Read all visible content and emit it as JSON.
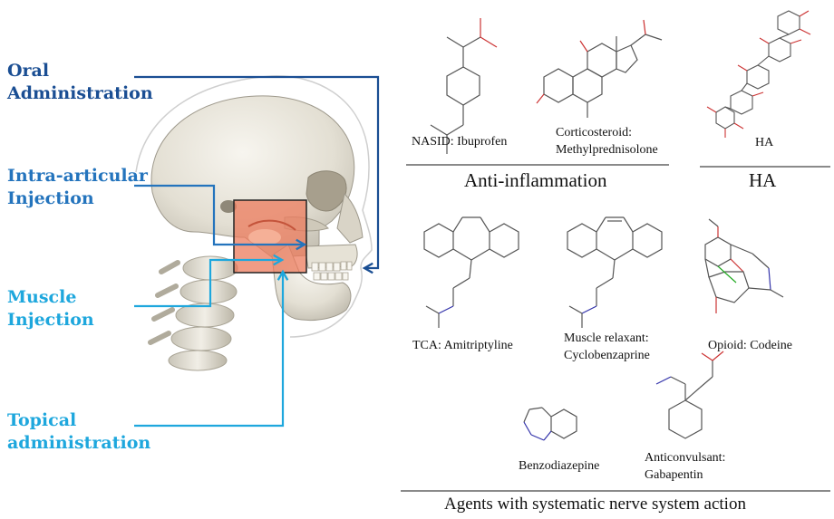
{
  "colors": {
    "oral": "#1a4e93",
    "intra_articular": "#2474bd",
    "muscle": "#1ea7dd",
    "topical": "#1ea7dd",
    "joint_highlight": "#ec7b5c",
    "divider": "#8a8a8a"
  },
  "routes": {
    "oral": [
      "Oral",
      "Administration"
    ],
    "intra_articular": [
      "Intra-articular",
      "Injection"
    ],
    "muscle": [
      "Muscle",
      "Injection"
    ],
    "topical": [
      "Topical",
      "administration"
    ]
  },
  "drugs": {
    "nsaid": [
      "NASID: Ibuprofen"
    ],
    "corticosteroid": [
      "Corticosteroid:",
      "Methylprednisolone"
    ],
    "ha": [
      "HA"
    ],
    "tca": [
      "TCA: Amitriptyline"
    ],
    "muscle_relaxant": [
      "Muscle relaxant:",
      "Cyclobenzaprine"
    ],
    "opioid": [
      "Opioid: Codeine"
    ],
    "benzodiazepine": [
      "Benzodiazepine"
    ],
    "anticonvulsant": [
      "Anticonvulsant:",
      "Gabapentin"
    ]
  },
  "sections": {
    "anti_inflammation": "Anti-inflammation",
    "ha": "HA",
    "nerve": "Agents with systematic nerve system action"
  }
}
